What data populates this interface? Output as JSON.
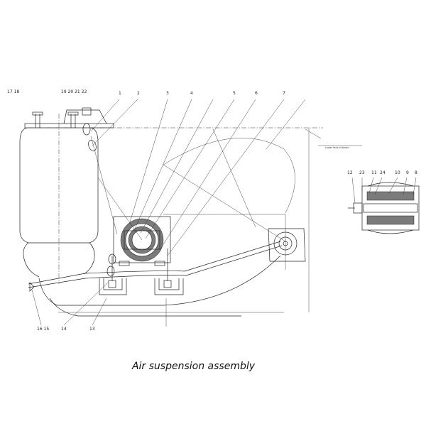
{
  "diagram": {
    "caption": "Air suspension assembly",
    "labels": {
      "p1": "1",
      "p2": "2",
      "p3": "3",
      "p4": "4",
      "p5": "5",
      "p6": "6",
      "p7": "7",
      "p8": "8",
      "p9": "9",
      "p10": "10",
      "p11": "11",
      "p12": "12",
      "p13": "13",
      "p14": "14",
      "p17_18": "17 18",
      "p19_22": "19 20 21 22",
      "p16_15": "16 15",
      "p23": "23",
      "p24": "24",
      "lower_face": "Lower face of beam"
    },
    "colors": {
      "line": "#222222",
      "hatch": "#7b7b7b",
      "background": "#ffffff"
    }
  }
}
